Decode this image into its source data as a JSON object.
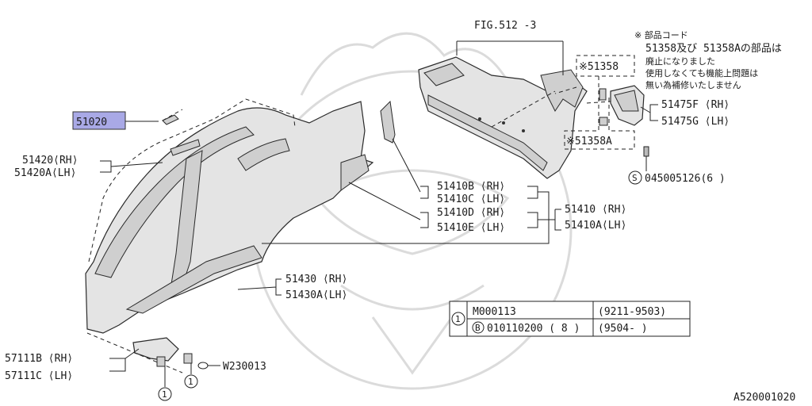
{
  "labels": {
    "fig": "FIG.512 -3",
    "p51020": "51020",
    "p51420_rh": "51420⟨RH⟩",
    "p51420a_lh": "51420A⟨LH⟩",
    "p51410b_rh": "51410B ⟨RH⟩",
    "p51410c_lh": "51410C ⟨LH⟩",
    "p51410d_rh": "51410D ⟨RH⟩",
    "p51410e_lh": "51410E ⟨LH⟩",
    "p51410_rh": "51410  ⟨RH⟩",
    "p51410a_lh": "51410A⟨LH⟩",
    "p51430_rh": "51430  ⟨RH⟩",
    "p51430a_lh": "51430A⟨LH⟩",
    "p57111b_rh": "57111B ⟨RH⟩",
    "p57111c_lh": "57111C ⟨LH⟩",
    "w230013": "W230013",
    "p51358": "※51358",
    "p51358a": "※51358A",
    "p51475f_rh": "51475F ⟨RH⟩",
    "p51475g_lh": "51475G ⟨LH⟩",
    "bolt_s": "S",
    "bolt_code": "045005126(6  )",
    "ref1": "1",
    "ref1b": "1",
    "drawing_id": "A520001020"
  },
  "note": {
    "line1": "※ 部品コード",
    "line2": "51358及び 51358Aの部品は",
    "line3": "廃止になりました",
    "line4": "使用しなくても機能上問題は",
    "line5": "無い為補修いたしません"
  },
  "table": {
    "ref": "1",
    "rows": [
      {
        "part": "M000113",
        "range": "(9211-9503)"
      },
      {
        "prefix": "B",
        "part": "010110200  ( 8 )",
        "range": "(9504-        )"
      }
    ]
  }
}
